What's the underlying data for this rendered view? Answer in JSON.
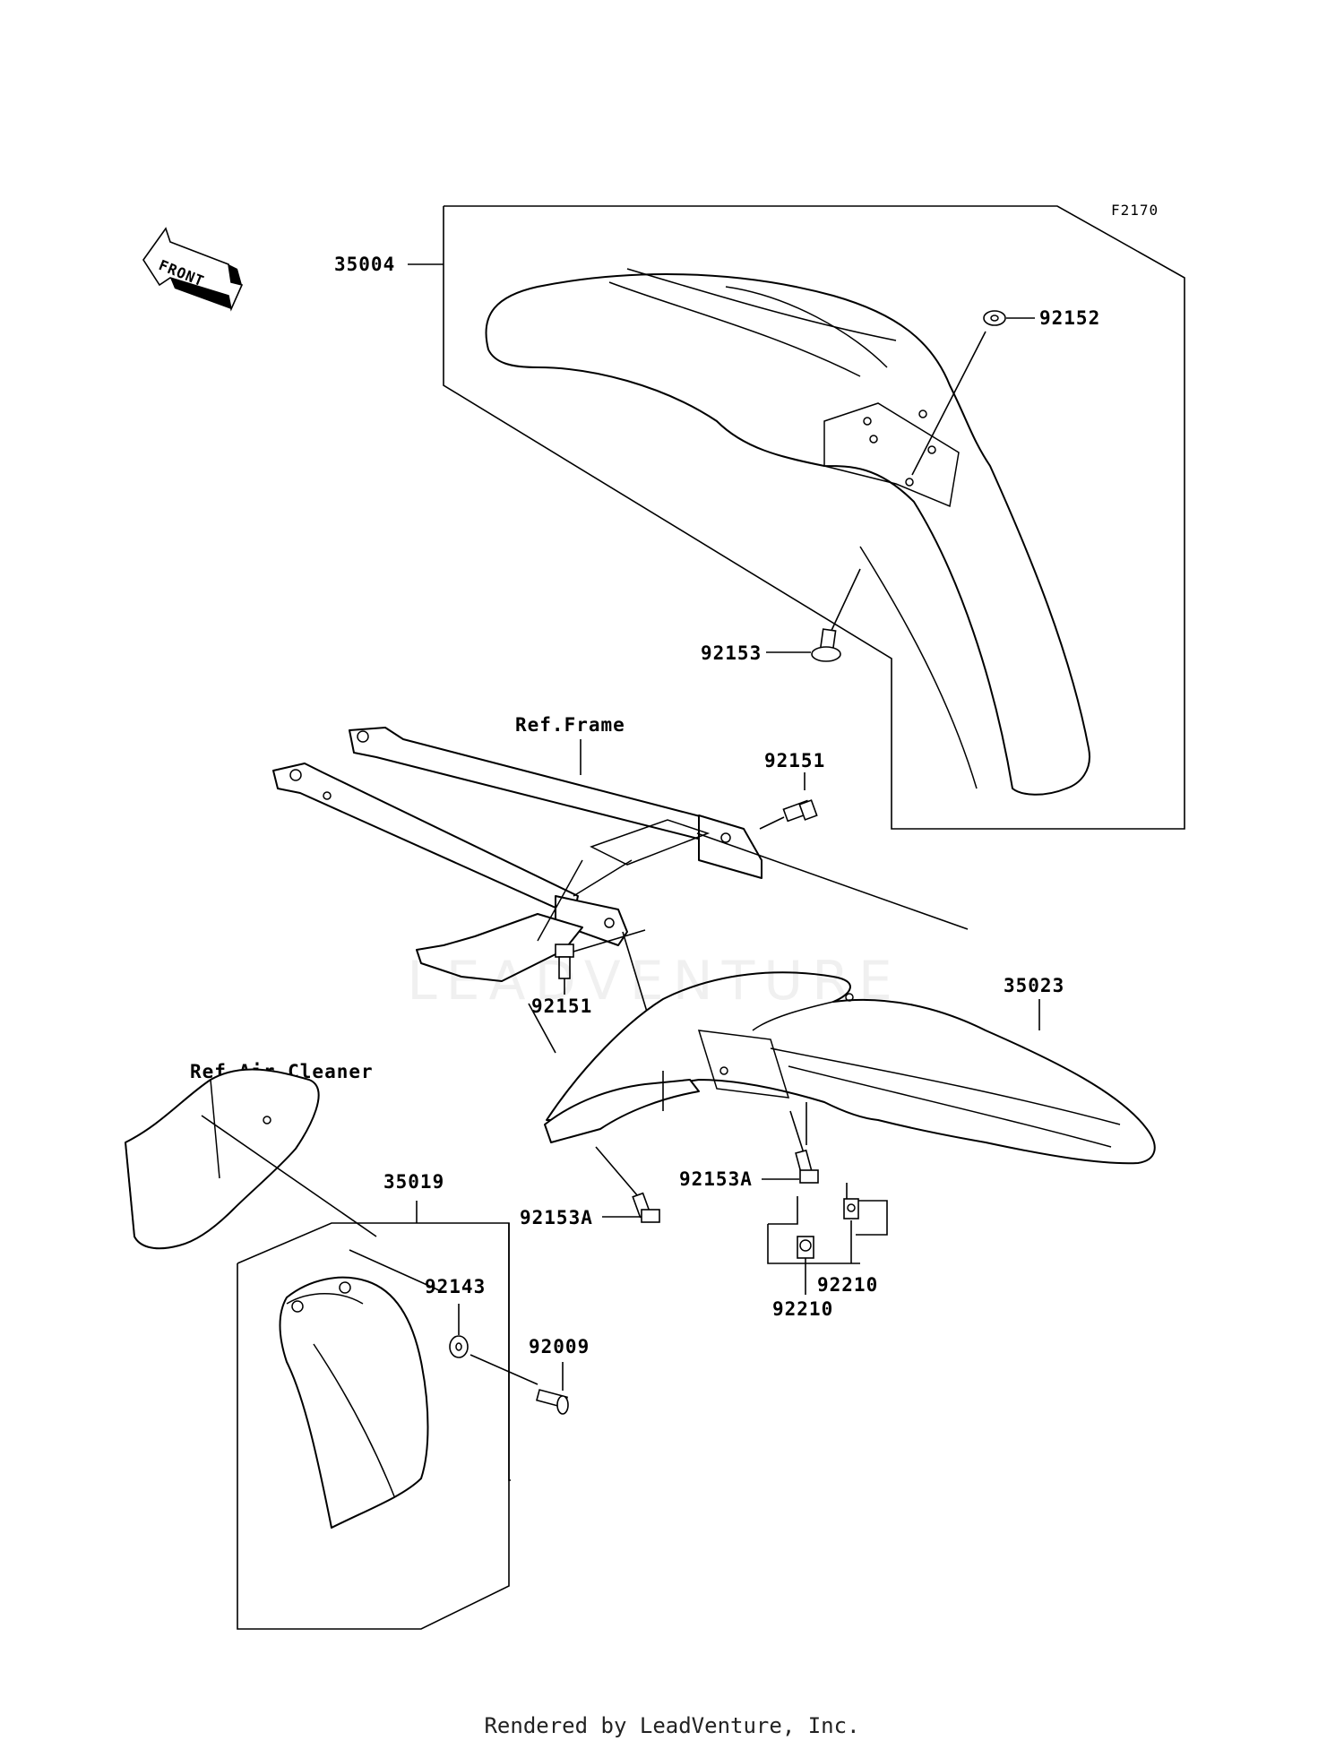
{
  "drawing_code": "F2170",
  "front_arrow_label": "FRONT",
  "watermark": "LEADVENTURE",
  "references": {
    "frame": "Ref.Frame",
    "air_cleaner": "Ref.Air Cleaner"
  },
  "parts": {
    "front_fender": "35004",
    "rear_fender": "35023",
    "mud_flap": "35019",
    "washer_92152": "92152",
    "bolt_92153": "92153",
    "bolt_92151_top": "92151",
    "bolt_92151_bottom": "92151",
    "bolt_92153a_left": "92153A",
    "bolt_92153a_right": "92153A",
    "collar_92210_left": "92210",
    "collar_92210_right": "92210",
    "washer_92143": "92143",
    "bolt_92009": "92009"
  },
  "footer": "Rendered by LeadVenture, Inc."
}
